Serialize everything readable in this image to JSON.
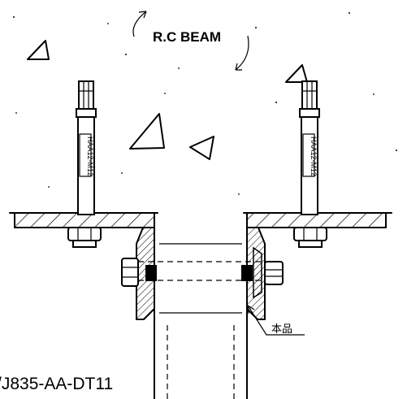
{
  "labels": {
    "beam": "R.C BEAM",
    "part": "本品",
    "drawing_number": "/J835-AA-DT11"
  },
  "bolt_labels": {
    "left": "HAA12-M12",
    "right": "HAA12-M12"
  },
  "colors": {
    "ink": "#000000",
    "paper": "#ffffff"
  }
}
